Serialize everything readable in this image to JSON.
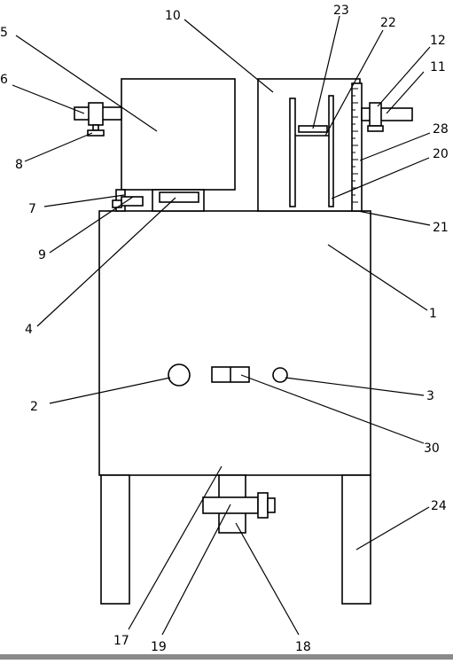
{
  "colors": {
    "line": "#000000",
    "background": "#ffffff",
    "frame": "#8a8a8a"
  },
  "labels": [
    {
      "id": "label-1",
      "text": "1"
    },
    {
      "id": "label-2",
      "text": "2"
    },
    {
      "id": "label-3",
      "text": "3"
    },
    {
      "id": "label-4",
      "text": "4"
    },
    {
      "id": "label-5",
      "text": "5"
    },
    {
      "id": "label-6",
      "text": "6"
    },
    {
      "id": "label-7",
      "text": "7"
    },
    {
      "id": "label-8",
      "text": "8"
    },
    {
      "id": "label-9",
      "text": "9"
    },
    {
      "id": "label-10",
      "text": "10"
    },
    {
      "id": "label-11",
      "text": "11"
    },
    {
      "id": "label-12",
      "text": "12"
    },
    {
      "id": "label-17",
      "text": "17"
    },
    {
      "id": "label-18",
      "text": "18"
    },
    {
      "id": "label-19",
      "text": "19"
    },
    {
      "id": "label-20",
      "text": "20"
    },
    {
      "id": "label-21",
      "text": "21"
    },
    {
      "id": "label-22",
      "text": "22"
    },
    {
      "id": "label-23",
      "text": "23"
    },
    {
      "id": "label-24",
      "text": "24"
    },
    {
      "id": "label-28",
      "text": "28"
    },
    {
      "id": "label-30",
      "text": "30"
    }
  ]
}
